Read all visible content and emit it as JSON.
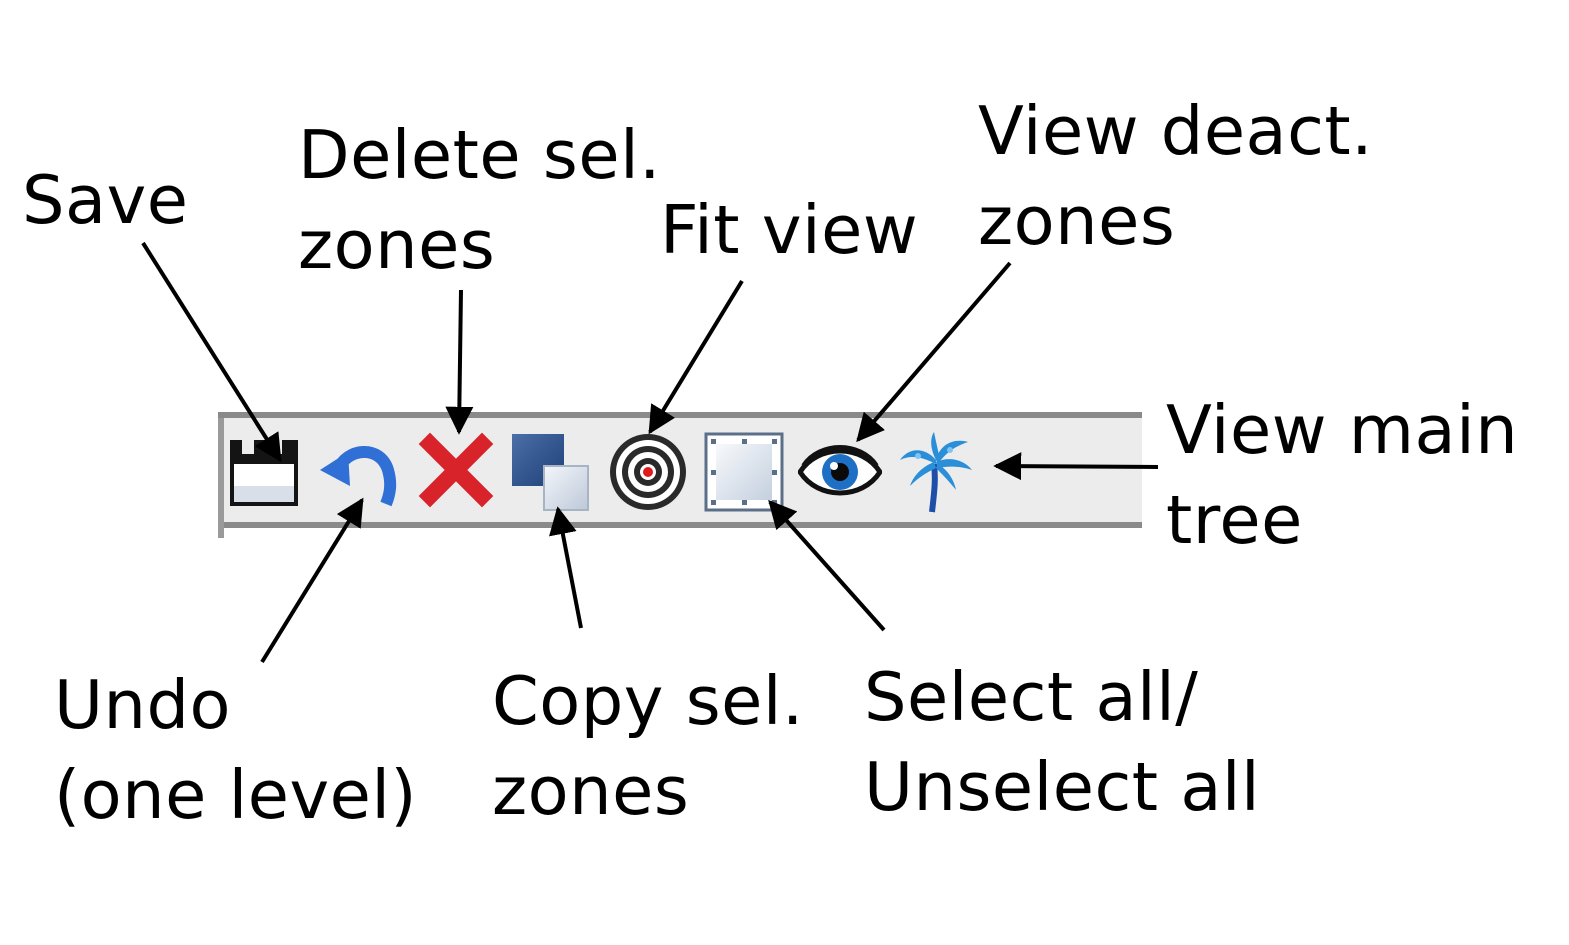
{
  "labels": {
    "save": [
      "Save"
    ],
    "delete": [
      "Delete sel.",
      "zones"
    ],
    "fit": [
      "Fit view"
    ],
    "deact": [
      "View deact.",
      "zones"
    ],
    "tree": [
      "View main",
      "tree"
    ],
    "undo": [
      "Undo",
      "(one level)"
    ],
    "copy": [
      "Copy sel.",
      "zones"
    ],
    "select": [
      "Select all/",
      "Unselect all"
    ]
  },
  "toolbar": {
    "buttons": [
      {
        "id": "save",
        "icon": "floppy-disk-icon"
      },
      {
        "id": "undo",
        "icon": "undo-arrow-icon"
      },
      {
        "id": "delete",
        "icon": "red-x-icon"
      },
      {
        "id": "copy",
        "icon": "copy-squares-icon"
      },
      {
        "id": "fit",
        "icon": "target-icon"
      },
      {
        "id": "select",
        "icon": "select-frame-icon"
      },
      {
        "id": "deact",
        "icon": "eye-icon"
      },
      {
        "id": "tree",
        "icon": "palm-tree-icon"
      }
    ]
  },
  "colors": {
    "toolbar_bg": "#ececec",
    "toolbar_border": "#8a8a8a",
    "undo_blue": "#2f6fd6",
    "delete_red": "#d9232a",
    "eye_blue": "#1f6fc4",
    "tree_blue": "#2a8fd8"
  }
}
